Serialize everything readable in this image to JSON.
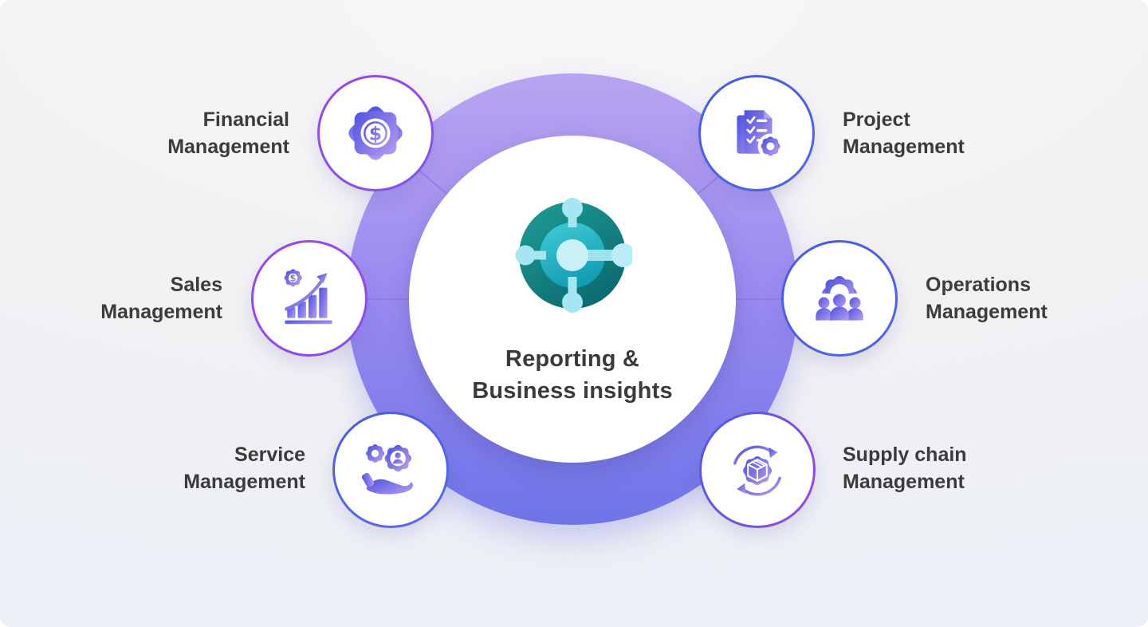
{
  "center": {
    "title": "Reporting &\nBusiness insights",
    "icon": "dynamics-365-business-central-hub"
  },
  "nodes": [
    {
      "id": "financial-management",
      "label": "Financial\nManagement",
      "icon": "gear-dollar",
      "side": "left"
    },
    {
      "id": "sales-management",
      "label": "Sales\nManagement",
      "icon": "growth-chart-gear-dollar",
      "side": "left"
    },
    {
      "id": "service-management",
      "label": "Service\nManagement",
      "icon": "hand-holding-gears-user",
      "side": "left"
    },
    {
      "id": "project-management",
      "label": "Project\nManagement",
      "icon": "checklist-document-gear",
      "side": "right"
    },
    {
      "id": "operations-management",
      "label": "Operations\nManagement",
      "icon": "team-under-gear",
      "side": "right"
    },
    {
      "id": "supply-chain-management",
      "label": "Supply chain\nManagement",
      "icon": "package-gear-cycle",
      "side": "right"
    }
  ],
  "colors": {
    "ring_top": "#b7a4f0",
    "ring_bottom": "#6e74e8",
    "divider_line": "#8d77e2",
    "label_text": "#3b3b3b",
    "title_text": "#3a3a3a",
    "icon_gradient_start": "#5053e5",
    "icon_gradient_end": "#b29bf0",
    "node_border_purple": "#9b45ef",
    "node_border_blue": "#4a5ae8",
    "teal_dark": "#0a6a70",
    "teal_mid": "#2bb8c4",
    "cyan_light": "#a5e6f1"
  }
}
